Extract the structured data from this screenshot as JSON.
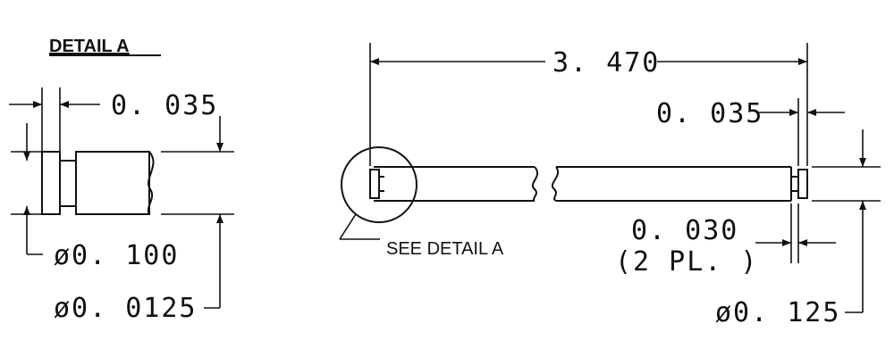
{
  "detail": {
    "title": "DETAIL  A",
    "dim_groove": "0. 035",
    "dim_inner_dia": "ø0. 100",
    "dim_outer_dia": "ø0. 0125"
  },
  "main": {
    "dim_length": "3. 470",
    "dim_end": "0. 035",
    "dim_groove_1": "0. 030",
    "dim_groove_2": "(2  PL. )",
    "dim_dia": "ø0. 125",
    "callout": "SEE DETAIL  A"
  }
}
